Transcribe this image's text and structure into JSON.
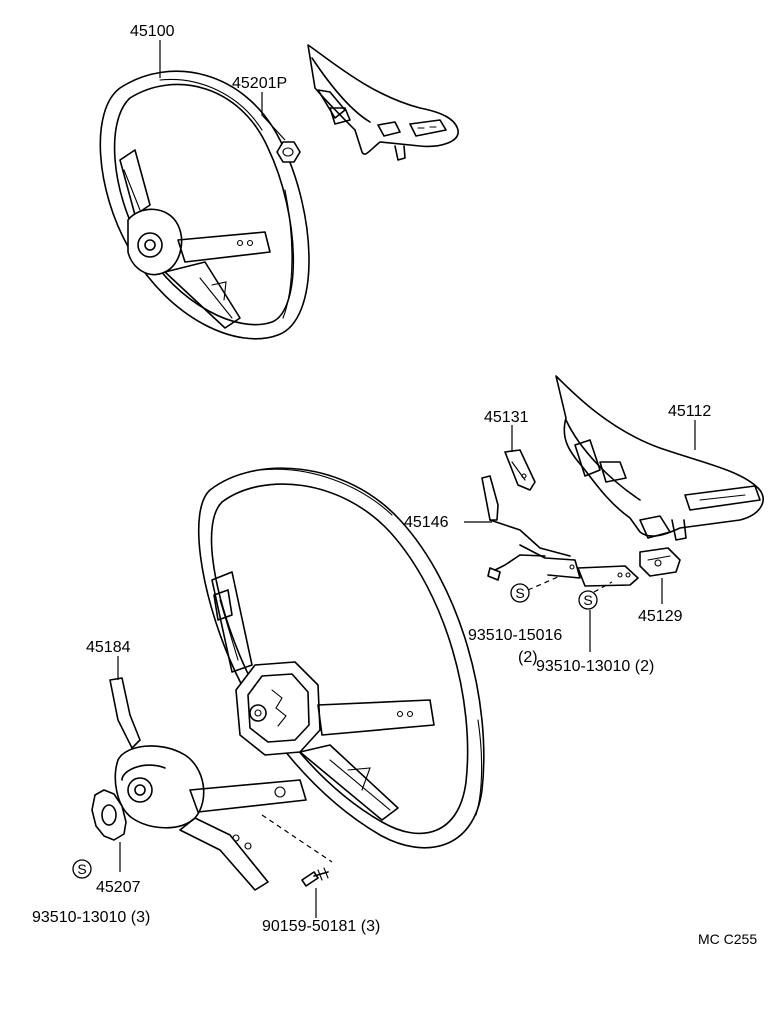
{
  "labels": {
    "p45100": "45100",
    "p45201p": "45201P",
    "p45131": "45131",
    "p45112": "45112",
    "p45146": "45146",
    "p93510_15016": "93510-15016",
    "p93510_15016_qty": "(2)",
    "p93510_13010_a": "93510-13010 (2)",
    "p45129": "45129",
    "p45184": "45184",
    "p45207": "45207",
    "p93510_13010_b": "93510-13010 (3)",
    "p90159_50181": "90159-50181 (3)",
    "ref_code": "MC C255"
  },
  "symbols": {
    "s_mark": "S"
  }
}
